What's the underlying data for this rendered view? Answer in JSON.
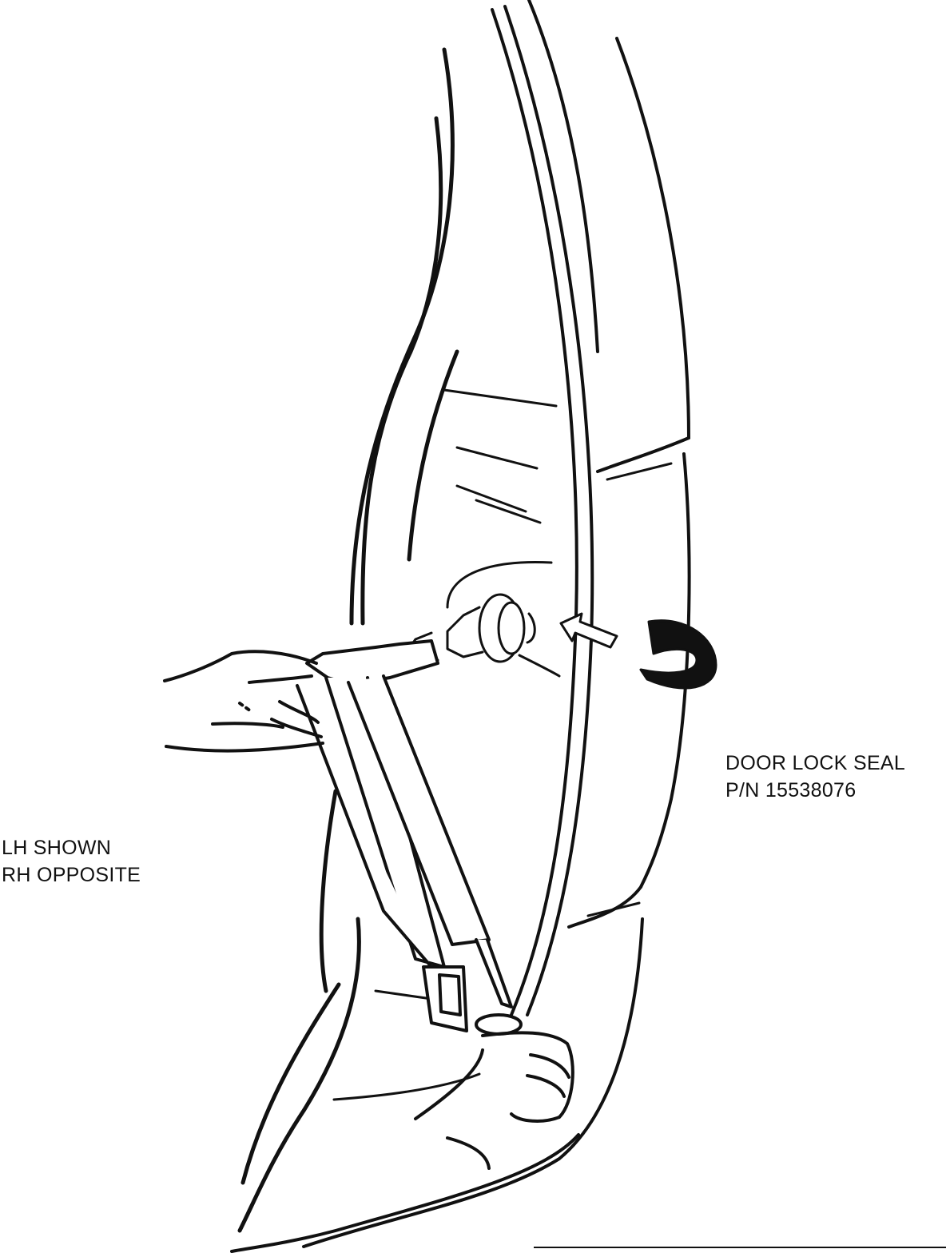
{
  "figure": {
    "callouts": {
      "seal_name": "DOOR LOCK SEAL",
      "seal_part_number": "P/N 15538076",
      "side_note_line1": "LH SHOWN",
      "side_note_line2": "RH OPPOSITE"
    },
    "ink_color": "#111111",
    "background_color": "#ffffff"
  }
}
